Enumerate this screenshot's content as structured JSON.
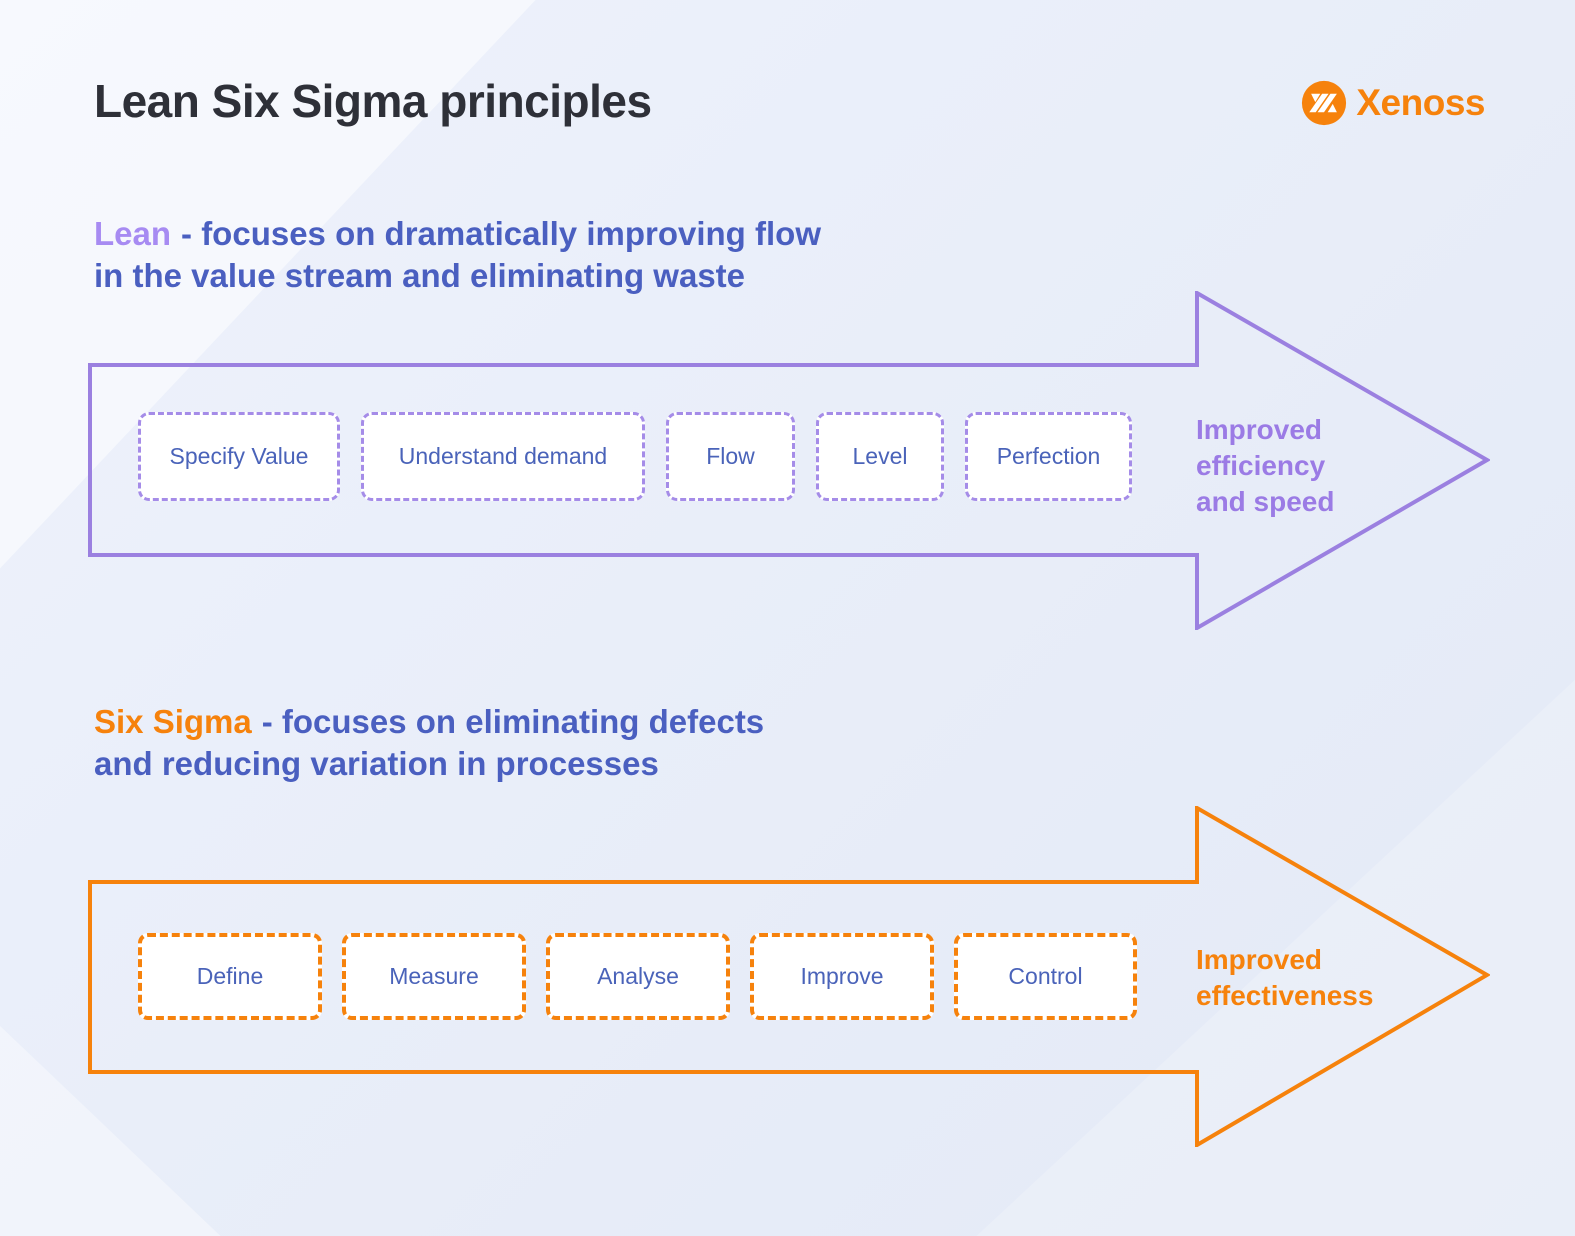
{
  "header": {
    "title": "Lean Six Sigma principles",
    "brand": "Xenoss"
  },
  "lean": {
    "term": "Lean",
    "desc_line1": "- focuses on dramatically improving flow",
    "desc_line2": "in the value stream and eliminating waste",
    "steps": [
      "Specify Value",
      "Understand demand",
      "Flow",
      "Level",
      "Perfection"
    ],
    "outcome": "Improved efficiency and speed"
  },
  "six_sigma": {
    "term": "Six Sigma",
    "desc_line1": "- focuses on eliminating defects",
    "desc_line2": "and reducing variation in processes",
    "steps": [
      "Define",
      "Measure",
      "Analyse",
      "Improve",
      "Control"
    ],
    "outcome": "Improved effectiveness"
  },
  "colors": {
    "brand_orange": "#f6820c",
    "purple_arrow": "#9b80e0",
    "purple_term": "#a78bf2",
    "purple_outcome": "#9b7be5",
    "purple_dashed_border": "#a58ce8",
    "body_blue": "#4a5fc0",
    "box_text_blue": "#4a63b9",
    "title_dark": "#2e3038",
    "background": "#e9eef9"
  }
}
